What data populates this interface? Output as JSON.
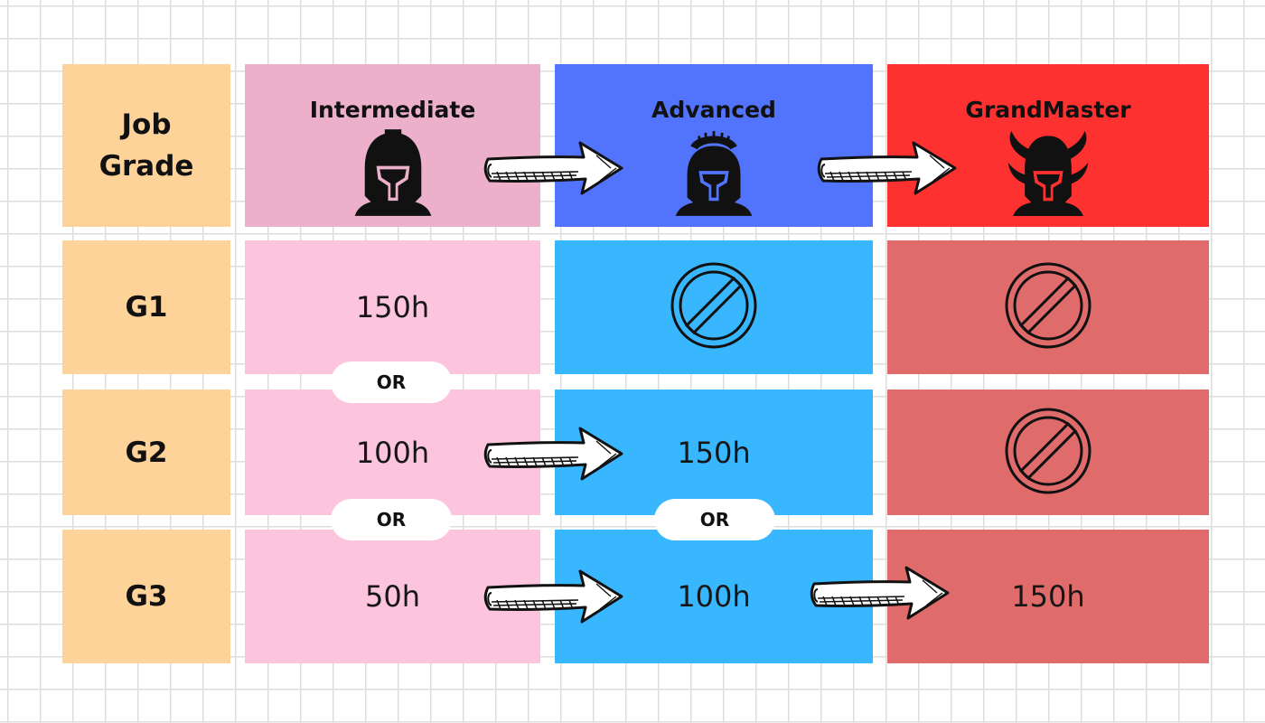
{
  "header": {
    "job_grade": "Job\nGrade",
    "tiers": [
      {
        "title": "Intermediate",
        "icon": "spartan-helmet-icon"
      },
      {
        "title": "Advanced",
        "icon": "crested-helmet-icon"
      },
      {
        "title": "GrandMaster",
        "icon": "winged-helmet-icon"
      }
    ]
  },
  "rows": [
    {
      "grade": "G1",
      "intermediate": "150h",
      "advanced": null,
      "grandmaster": null
    },
    {
      "grade": "G2",
      "intermediate": "100h",
      "advanced": "150h",
      "grandmaster": null
    },
    {
      "grade": "G3",
      "intermediate": "50h",
      "advanced": "100h",
      "grandmaster": "150h"
    }
  ],
  "connectors": {
    "or": "OR"
  },
  "colors": {
    "grade_column": "#fdd39a",
    "intermediate_header": "#ecb0ca",
    "intermediate_cell": "#fdc5dd",
    "advanced_header": "#5273fc",
    "advanced_cell": "#38b6fe",
    "grandmaster_header": "#fe3131",
    "grandmaster_cell": "#e06b6b"
  }
}
